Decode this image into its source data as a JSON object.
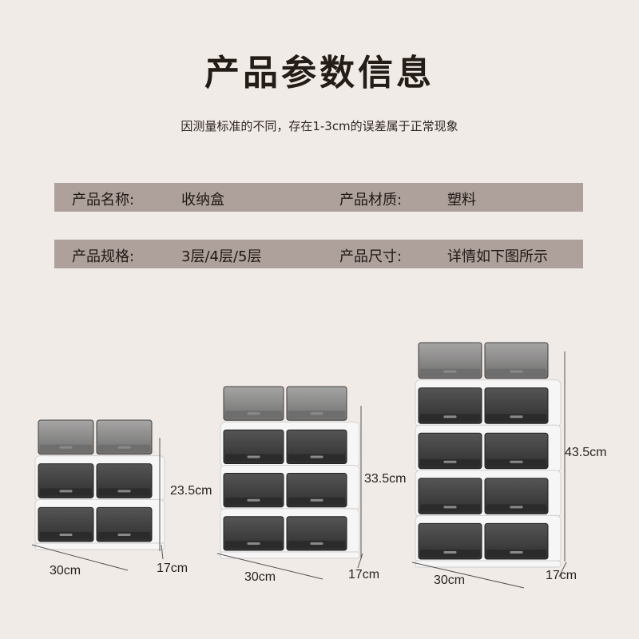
{
  "header": {
    "title": "产品参数信息",
    "subtitle": "因测量标准的不同，存在1-3cm的误差属于正常现象"
  },
  "specs": {
    "name_label": "产品名称:",
    "name_value": "收纳盒",
    "material_label": "产品材质:",
    "material_value": "塑料",
    "spec_label": "产品规格:",
    "spec_value": "3层/4层/5层",
    "size_label": "产品尺寸:",
    "size_value": "详情如下图所示"
  },
  "products": [
    {
      "layers": 3,
      "height": "23.5cm",
      "width": "30cm",
      "depth": "17cm"
    },
    {
      "layers": 4,
      "height": "33.5cm",
      "width": "30cm",
      "depth": "17cm"
    },
    {
      "layers": 5,
      "height": "43.5cm",
      "width": "30cm",
      "depth": "17cm"
    }
  ],
  "colors": {
    "background": "#f1ebe7",
    "spec_bar": "#aea09a",
    "box_dark": "#3e3e3e",
    "frame": "#f4f4f4"
  }
}
